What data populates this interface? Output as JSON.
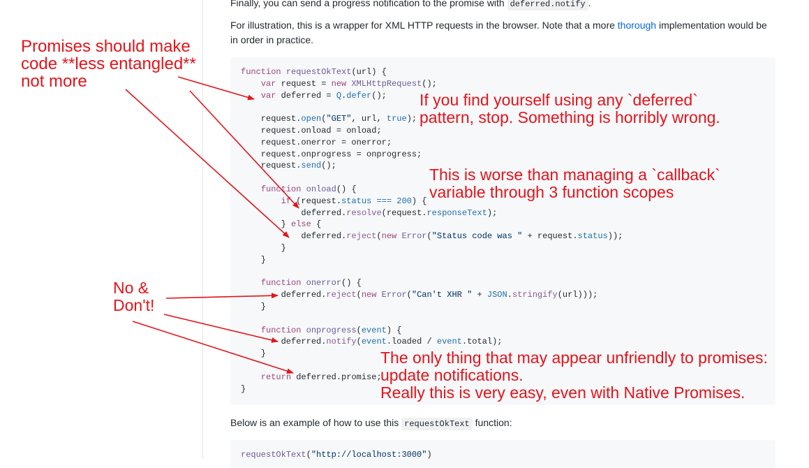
{
  "doc": {
    "para_notify_prefix": "Finally, you can send a progress notification to the promise with ",
    "para_notify_code": "deferred.notify",
    "para_notify_suffix": ".",
    "para_illustration_prefix": "For illustration, this is a wrapper for XML HTTP requests in the browser. Note that a more ",
    "para_illustration_link": "thorough",
    "para_illustration_suffix": " implementation would be in order in practice.",
    "para_below_prefix": "Below is an example of how to use this ",
    "para_below_code": "requestOkText",
    "para_below_suffix": " function:",
    "code_lines": [
      [
        [
          "kw",
          "function "
        ],
        [
          "fn",
          "requestOkText"
        ],
        [
          "",
          "(url) {"
        ]
      ],
      [
        [
          "",
          "    "
        ],
        [
          "kw",
          "var "
        ],
        [
          "",
          "request = "
        ],
        [
          "kw",
          "new "
        ],
        [
          "fn",
          "XMLHttpRequest"
        ],
        [
          "",
          "();"
        ]
      ],
      [
        [
          "",
          "    "
        ],
        [
          "kw",
          "var "
        ],
        [
          "",
          "deferred = "
        ],
        [
          "pr",
          "Q"
        ],
        [
          "",
          "."
        ],
        [
          "pr",
          "defer"
        ],
        [
          "",
          "();"
        ]
      ],
      [],
      [
        [
          "",
          "    request."
        ],
        [
          "pr",
          "open"
        ],
        [
          "",
          "("
        ],
        [
          "st",
          "\"GET\""
        ],
        [
          "",
          ", url, "
        ],
        [
          "pr",
          "true"
        ],
        [
          "",
          ");"
        ]
      ],
      [
        [
          "",
          "    request.onload = onload;"
        ]
      ],
      [
        [
          "",
          "    request.onerror = onerror;"
        ]
      ],
      [
        [
          "",
          "    request.onprogress = onprogress;"
        ]
      ],
      [
        [
          "",
          "    request."
        ],
        [
          "pr",
          "send"
        ],
        [
          "",
          "();"
        ]
      ],
      [],
      [
        [
          "",
          "    "
        ],
        [
          "kw",
          "function "
        ],
        [
          "fn",
          "onload"
        ],
        [
          "",
          "() {"
        ]
      ],
      [
        [
          "",
          "        "
        ],
        [
          "kw",
          "if "
        ],
        [
          "",
          "(request."
        ],
        [
          "pr",
          "status"
        ],
        [
          "",
          ""
        ],
        [
          "pr",
          " === 200"
        ],
        [
          "",
          ") {"
        ]
      ],
      [
        [
          "",
          "            deferred."
        ],
        [
          "me",
          "resolve"
        ],
        [
          "",
          "(request."
        ],
        [
          "pr",
          "responseText"
        ],
        [
          "",
          ");"
        ]
      ],
      [
        [
          "",
          "        } "
        ],
        [
          "kw",
          "else"
        ],
        [
          "",
          " {"
        ]
      ],
      [
        [
          "",
          "            deferred."
        ],
        [
          "me",
          "reject"
        ],
        [
          "",
          "("
        ],
        [
          "kw",
          "new "
        ],
        [
          "fn",
          "Error"
        ],
        [
          "",
          "("
        ],
        [
          "st",
          "\"Status code was \""
        ],
        [
          "",
          " + request."
        ],
        [
          "pr",
          "status"
        ],
        [
          "",
          "));"
        ]
      ],
      [
        [
          "",
          "        }"
        ]
      ],
      [
        [
          "",
          "    }"
        ]
      ],
      [],
      [
        [
          "",
          "    "
        ],
        [
          "kw",
          "function "
        ],
        [
          "fn",
          "onerror"
        ],
        [
          "",
          "() {"
        ]
      ],
      [
        [
          "",
          "        deferred."
        ],
        [
          "me",
          "reject"
        ],
        [
          "",
          "("
        ],
        [
          "kw",
          "new "
        ],
        [
          "fn",
          "Error"
        ],
        [
          "",
          "("
        ],
        [
          "st",
          "\"Can't XHR \""
        ],
        [
          "",
          " + "
        ],
        [
          "pr",
          "JSON"
        ],
        [
          "",
          "."
        ],
        [
          "me",
          "stringify"
        ],
        [
          "",
          "(url)));"
        ]
      ],
      [
        [
          "",
          "    }"
        ]
      ],
      [],
      [
        [
          "",
          "    "
        ],
        [
          "kw",
          "function "
        ],
        [
          "fn",
          "onprogress"
        ],
        [
          "",
          "("
        ],
        [
          "pr",
          "event"
        ],
        [
          "",
          ") {"
        ]
      ],
      [
        [
          "",
          "        deferred."
        ],
        [
          "me",
          "notify"
        ],
        [
          "",
          "("
        ],
        [
          "pr",
          "event"
        ],
        [
          "",
          ".loaded / "
        ],
        [
          "pr",
          "event"
        ],
        [
          "",
          ".total);"
        ]
      ],
      [
        [
          "",
          "    }"
        ]
      ],
      [],
      [
        [
          "",
          "    "
        ],
        [
          "kw",
          "return "
        ],
        [
          "",
          "deferred.promise;"
        ]
      ],
      [
        [
          "",
          "}"
        ]
      ]
    ],
    "code2_lines": [
      [
        [
          "fn",
          "requestOkText"
        ],
        [
          "",
          "("
        ],
        [
          "st",
          "\"http://localhost:3000\""
        ],
        [
          "",
          ")"
        ]
      ]
    ]
  },
  "annotations": {
    "entangled": "Promises should make\ncode **less entangled**\nnot more",
    "deferred": "If you find yourself using any `deferred`\npattern, stop. Something is horribly wrong.",
    "callback": "This is worse than managing a `callback`\nvariable through 3 function scopes",
    "dont": "No &\nDon't!",
    "notifications": "The only thing that may appear unfriendly to promises:\nupdate notifications.\nReally this is very easy, even with Native Promises."
  },
  "colors": {
    "annotation": "#e3141b",
    "link": "#0366d6",
    "code_bg": "#f6f8fa"
  }
}
